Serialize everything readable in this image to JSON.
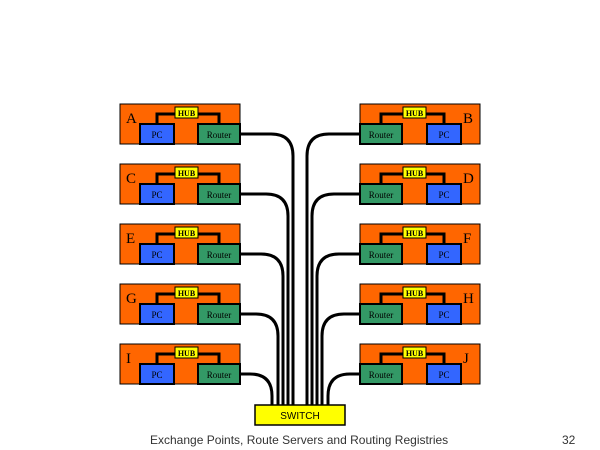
{
  "slide": {
    "footer_title": "Exchange Points, Route Servers and Routing Registries",
    "page_number": "32"
  },
  "labels": {
    "pc": "PC",
    "router": "Router",
    "hub": "HUB",
    "switch": "SWITCH"
  },
  "sites": [
    {
      "id": "A",
      "side": "left"
    },
    {
      "id": "B",
      "side": "right"
    },
    {
      "id": "C",
      "side": "left"
    },
    {
      "id": "D",
      "side": "right"
    },
    {
      "id": "E",
      "side": "left"
    },
    {
      "id": "F",
      "side": "right"
    },
    {
      "id": "G",
      "side": "left"
    },
    {
      "id": "H",
      "side": "right"
    },
    {
      "id": "I",
      "side": "left"
    },
    {
      "id": "J",
      "side": "right"
    }
  ],
  "colors": {
    "site_bg": "#ff6600",
    "pc": "#3366ff",
    "router": "#339966",
    "hub": "#ffff00",
    "switch": "#ffff00",
    "cable": "#000000"
  }
}
